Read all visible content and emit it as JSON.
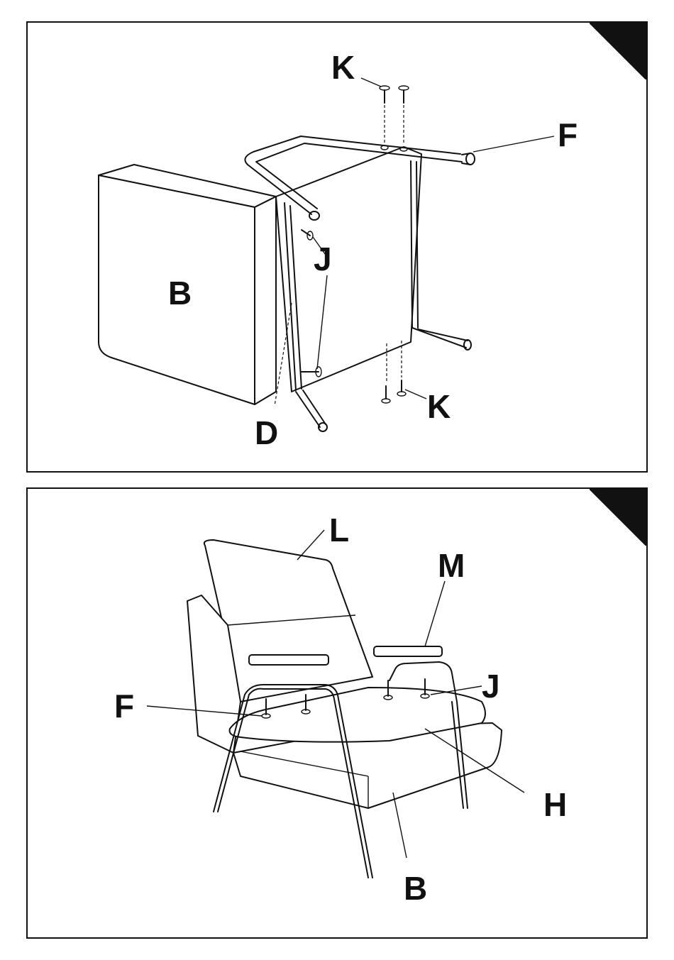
{
  "steps": [
    {
      "labels": {
        "k_top": "K",
        "f": "F",
        "j": "J",
        "b": "B",
        "d": "D",
        "k_bottom": "K"
      }
    },
    {
      "labels": {
        "l": "L",
        "m": "M",
        "f": "F",
        "j": "J",
        "h": "H",
        "b": "B"
      }
    }
  ]
}
